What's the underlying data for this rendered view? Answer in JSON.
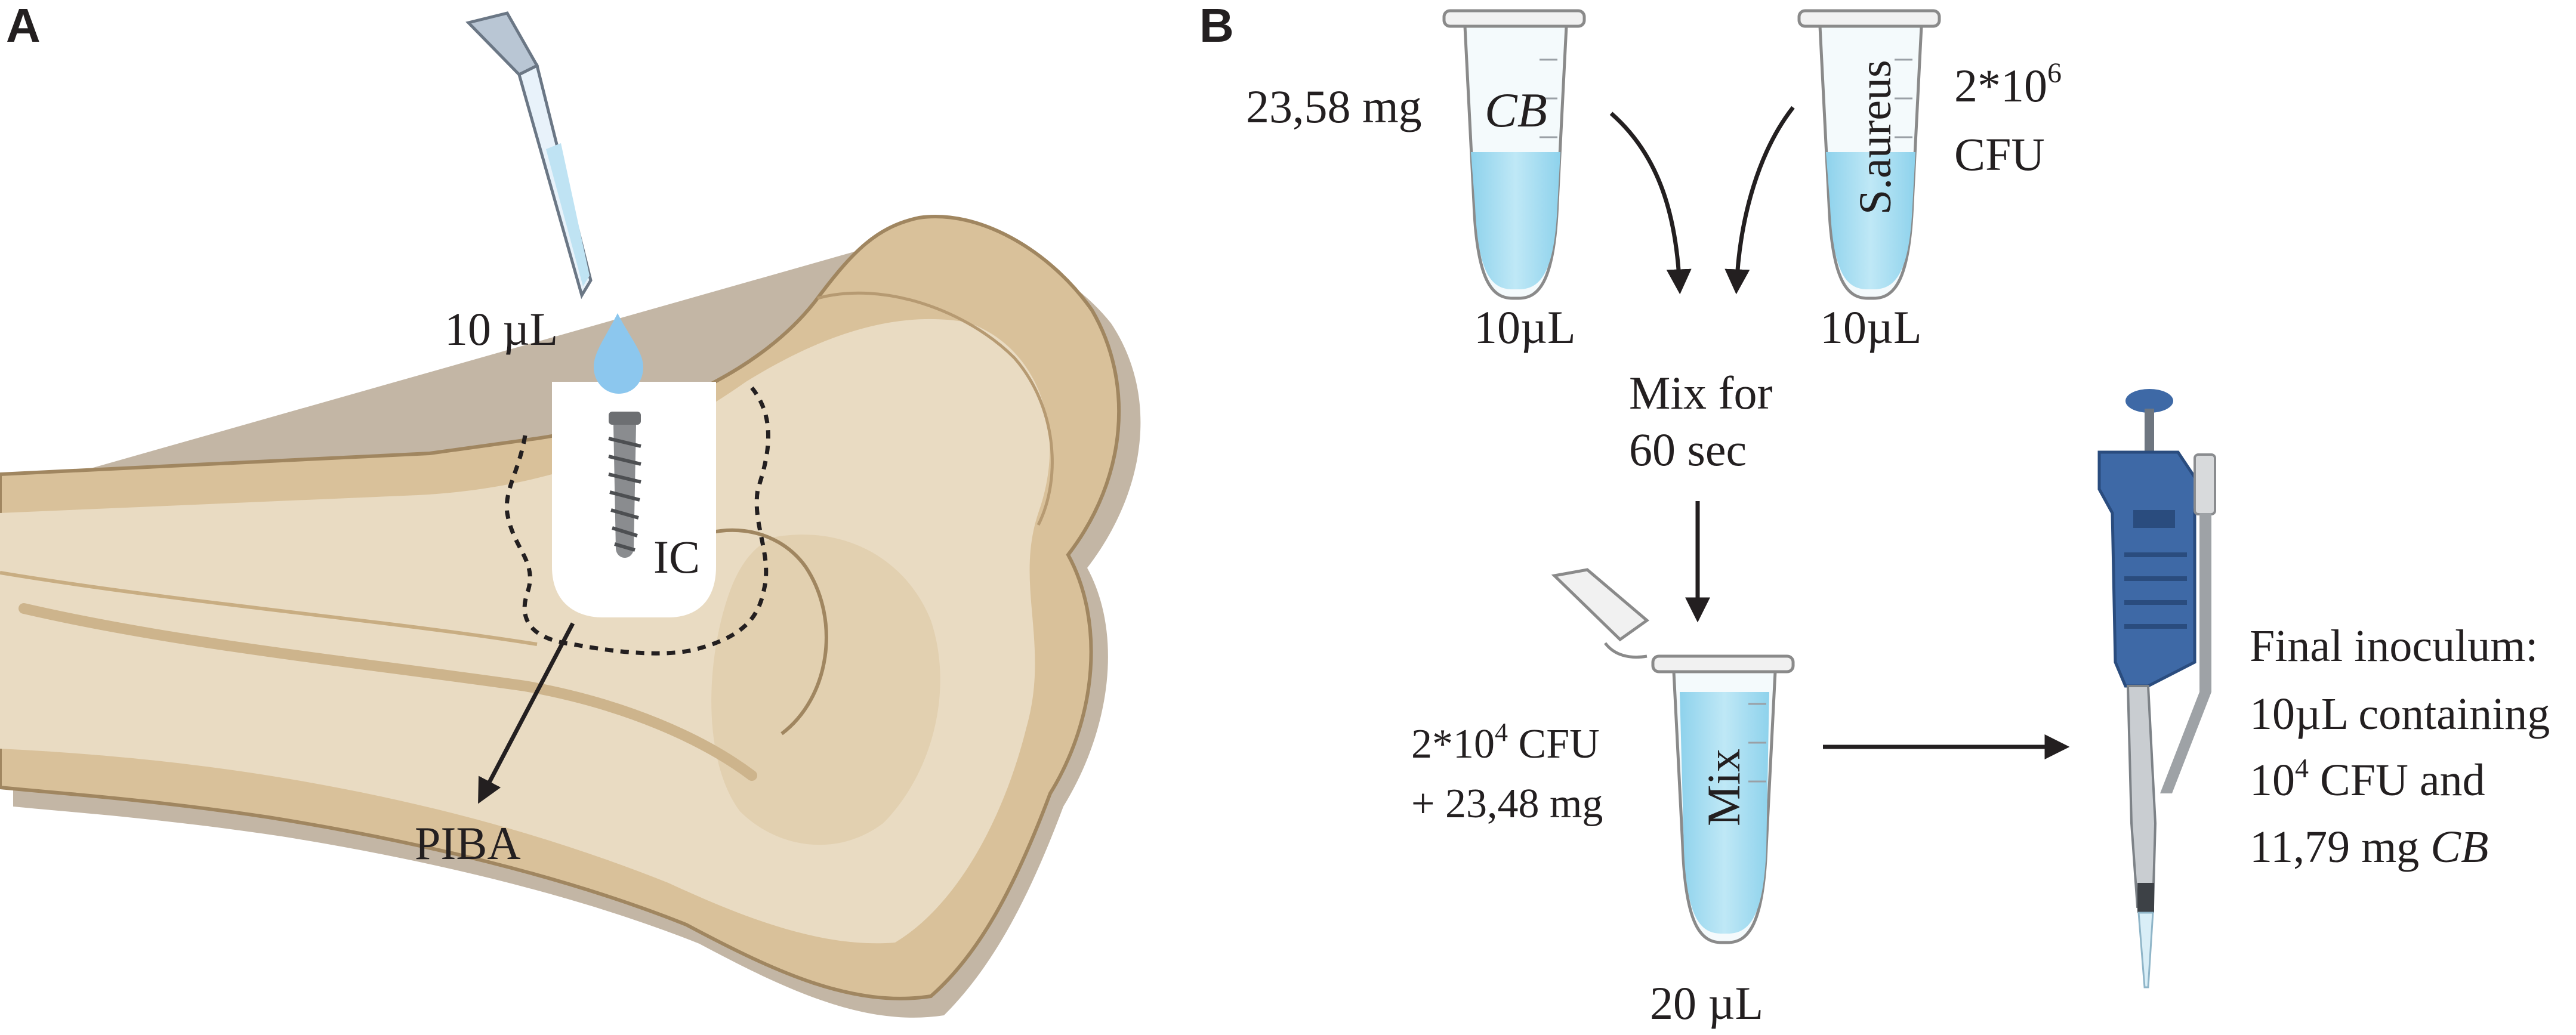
{
  "panels": {
    "a": {
      "letter": "A",
      "volume_label": "10 µL",
      "implant_label": "IC",
      "bone_area_label": "PIBA"
    },
    "b": {
      "letter": "B",
      "tube_cb": {
        "label": "CB",
        "mass": "23,58 mg",
        "volume": "10µL"
      },
      "tube_sa": {
        "label": "S.aureus",
        "count_base": "2*10",
        "count_exp": "6",
        "count_unit": "CFU",
        "volume": "10µL"
      },
      "mix_step": {
        "line1": "Mix for",
        "line2": "60 sec"
      },
      "tube_mix": {
        "label": "Mix",
        "count_base": "2*10",
        "count_exp": "4",
        "count_unit": " CFU",
        "mass": "+ 23,48 mg",
        "volume": "20 µL"
      },
      "final": {
        "line1": "Final inoculum:",
        "line2": "10µL containing",
        "line3_base": "10",
        "line3_exp": "4",
        "line3_rest": " CFU and",
        "line4_plain": "11,79 mg ",
        "line4_italic": "CB"
      }
    }
  },
  "colors": {
    "bone_dark": "#d9c19a",
    "bone_light": "#e9dbc2",
    "bone_outline": "#a08660",
    "liquid": "#9fd9ef",
    "pipette_blue": "#3e69a6",
    "drop": "#8cc7ee",
    "ink": "#231f20"
  }
}
